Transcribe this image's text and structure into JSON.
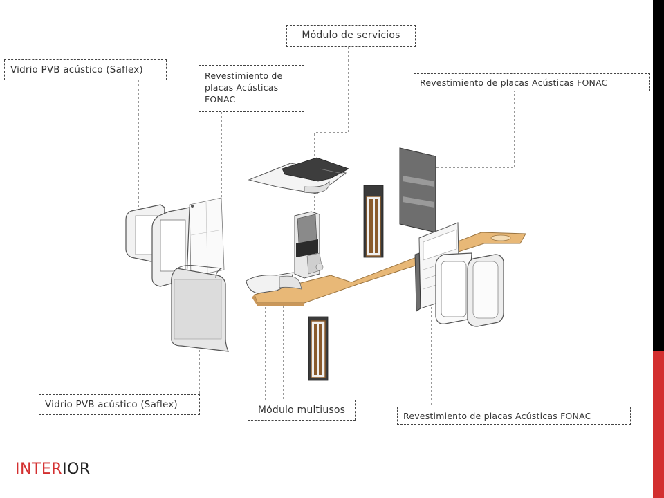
{
  "labels": {
    "modulo_servicios": "Módulo de servicios",
    "vidrio_top": "Vidrio PVB acústico (Saflex)",
    "revest_center": "Revestimiento de placas Acústicas FONAC",
    "revest_top_right": "Revestimiento de placas Acústicas FONAC",
    "vidrio_bottom": "Vidrio PVB acústico (Saflex)",
    "modulo_multiusos": "Módulo multiusos",
    "revest_bottom_right": "Revestimiento de placas Acústicas FONAC"
  },
  "title": {
    "part1": "INTER",
    "part2": "IOR"
  },
  "colors": {
    "accent": "#d32f2f",
    "bar": "#000000",
    "wood": "#e8b877",
    "panel": "#6e6e6e"
  }
}
